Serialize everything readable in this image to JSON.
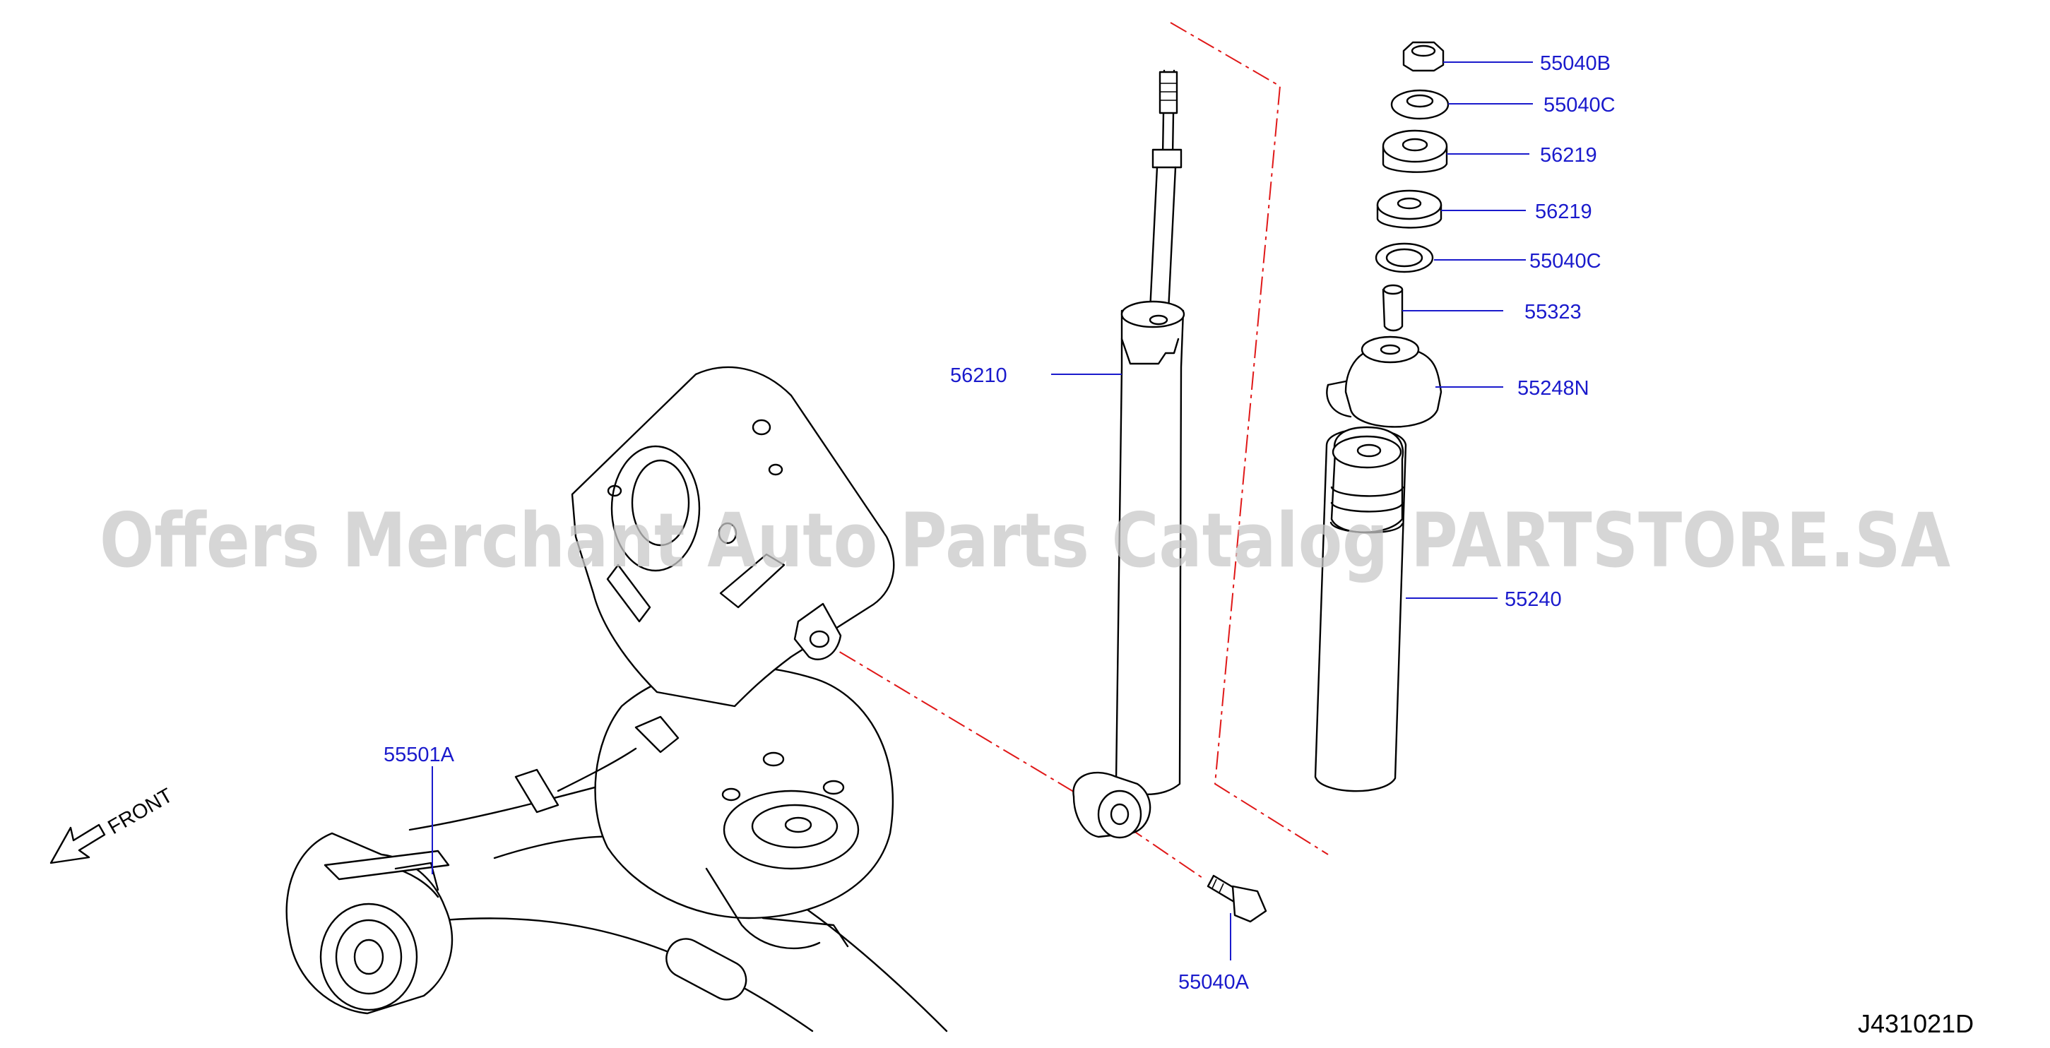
{
  "watermark": "Offers Merchant Auto Parts Catalog PARTSTORE.SA",
  "diagram_code": "J431021D",
  "front_label": "FRONT",
  "parts": [
    {
      "id": "p55040B",
      "label": "55040B"
    },
    {
      "id": "p55040C_top",
      "label": "55040C"
    },
    {
      "id": "p56219_a",
      "label": "56219"
    },
    {
      "id": "p56219_b",
      "label": "56219"
    },
    {
      "id": "p55040C_low",
      "label": "55040C"
    },
    {
      "id": "p55323",
      "label": "55323"
    },
    {
      "id": "p55248N",
      "label": "55248N"
    },
    {
      "id": "p55240",
      "label": "55240"
    },
    {
      "id": "p56210",
      "label": "56210"
    },
    {
      "id": "p55501A",
      "label": "55501A"
    },
    {
      "id": "p55040A",
      "label": "55040A"
    }
  ],
  "colors": {
    "label": "#1a1acc",
    "centerline": "#e01818",
    "ink": "#000000",
    "watermark": "#c8c8c8"
  }
}
